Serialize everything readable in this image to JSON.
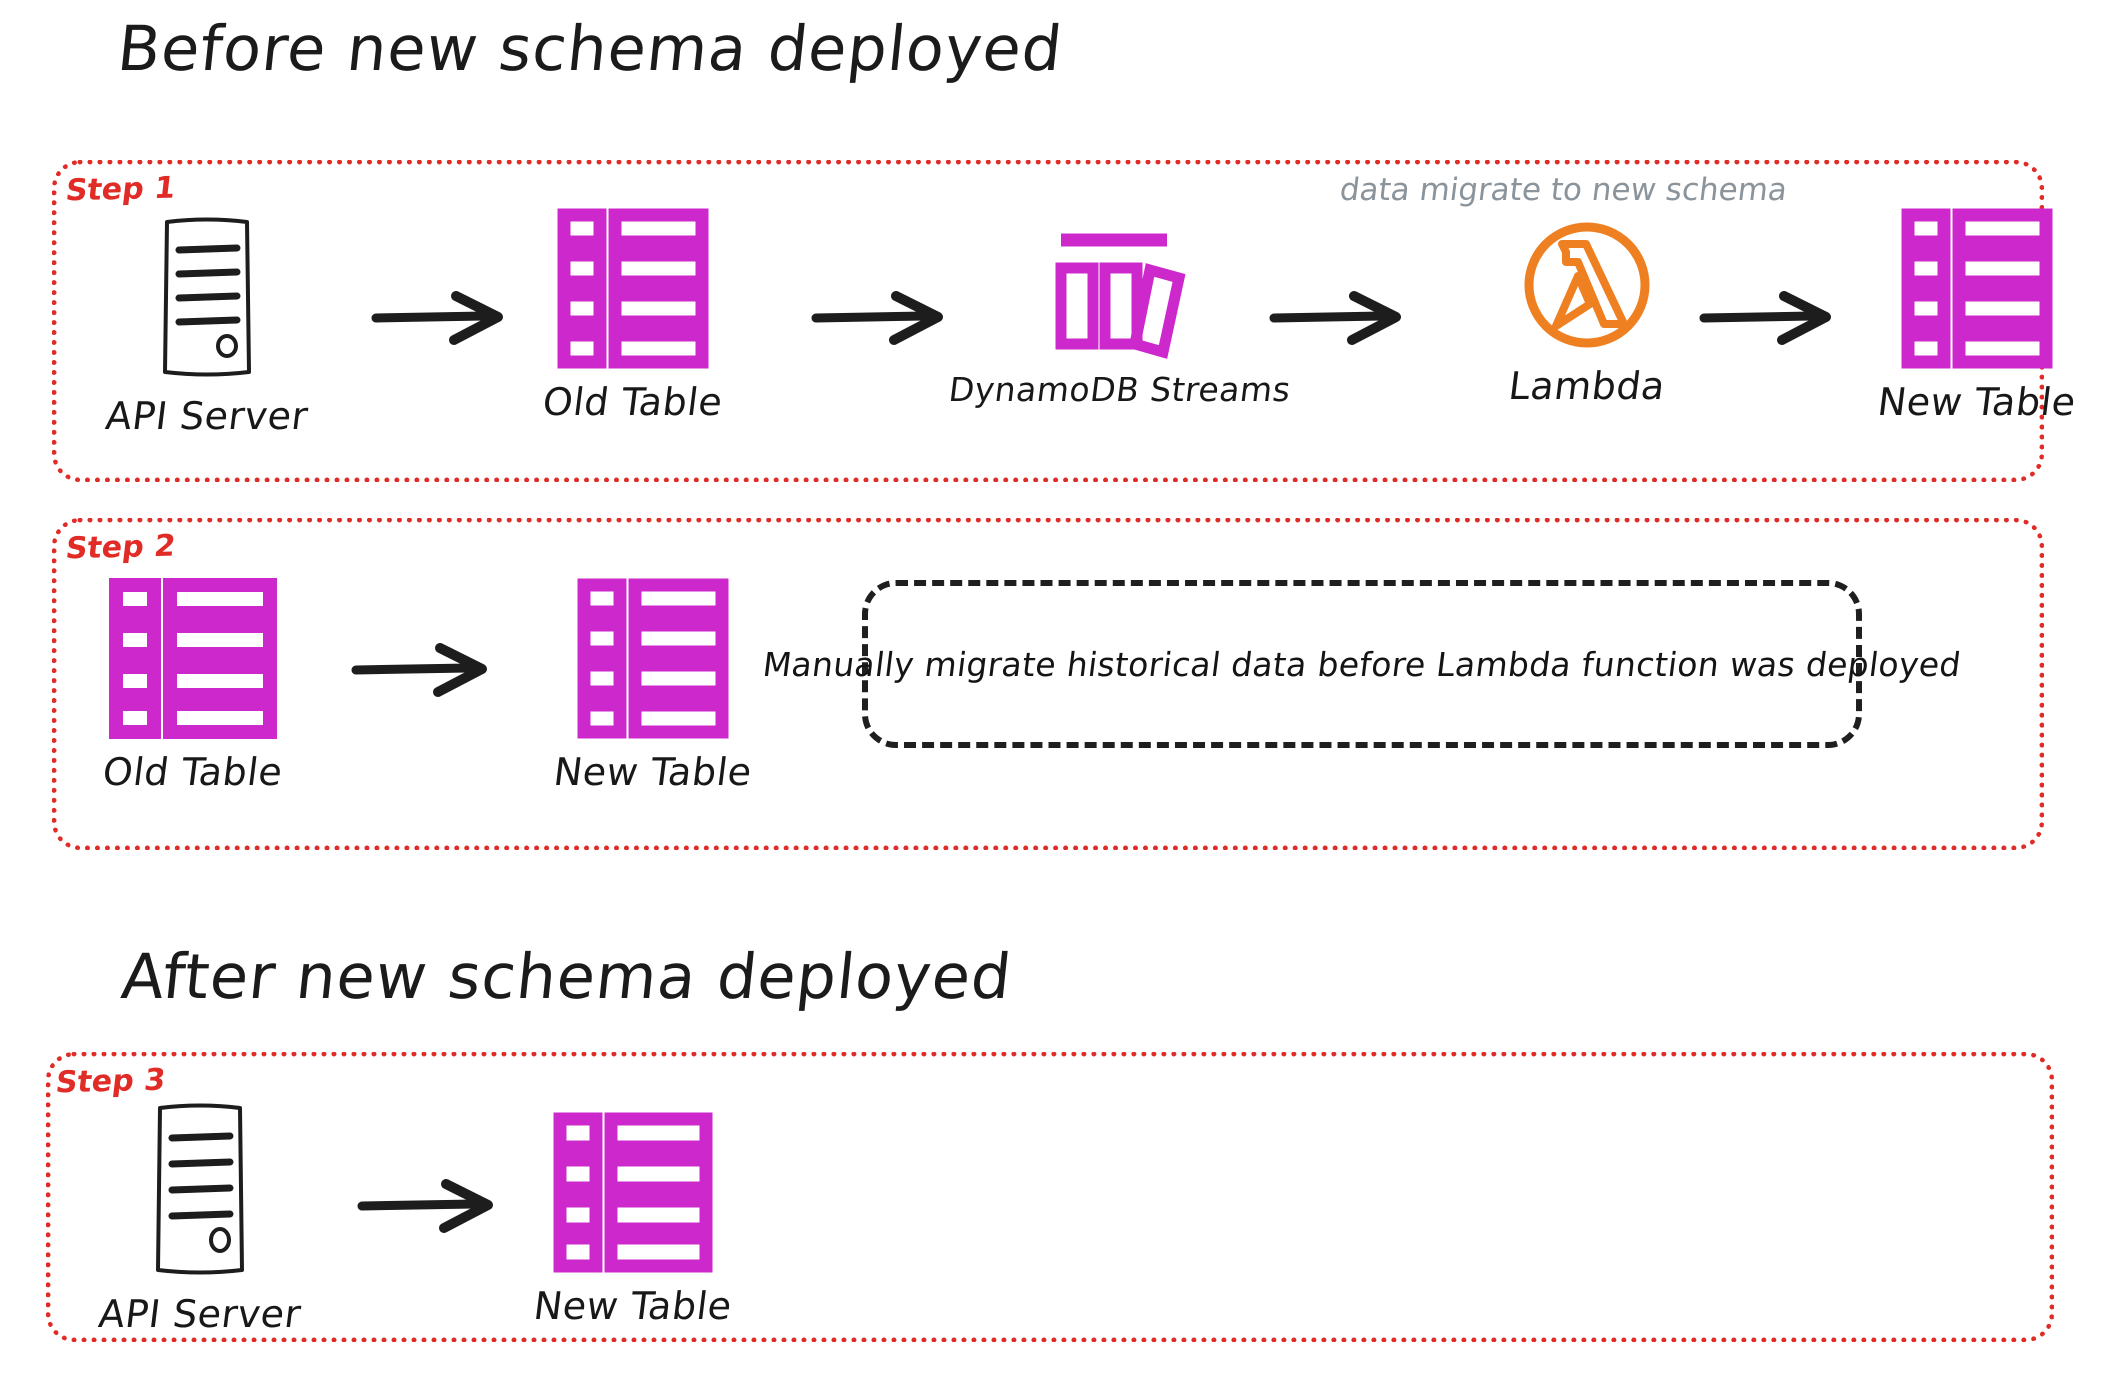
{
  "document": {
    "type": "architecture-diagram",
    "background_color": "#ffffff"
  },
  "colors": {
    "accent_red": "#e02b27",
    "table_magenta": "#cc28cc",
    "lambda_orange": "#ef8022",
    "annotation_gray": "#8b949b",
    "ink_black": "#181818"
  },
  "sections": [
    {
      "id": "before",
      "title": "Before new schema deployed"
    },
    {
      "id": "after",
      "title": "After new schema deployed"
    }
  ],
  "steps": [
    {
      "id": "step1",
      "label": "Step 1",
      "annotation": "data migrate to new schema",
      "nodes": [
        {
          "icon": "server-icon",
          "caption": "API Server"
        },
        {
          "icon": "table-icon",
          "caption": "Old Table"
        },
        {
          "icon": "dynamodb-streams-icon",
          "caption": "DynamoDB Streams"
        },
        {
          "icon": "lambda-icon",
          "caption": "Lambda"
        },
        {
          "icon": "table-icon",
          "caption": "New Table"
        }
      ],
      "arrow_count": 4
    },
    {
      "id": "step2",
      "label": "Step 2",
      "nodes": [
        {
          "icon": "table-icon",
          "caption": "Old Table"
        },
        {
          "icon": "table-icon",
          "caption": "New Table"
        }
      ],
      "arrow_count": 1,
      "callout": "Manually migrate historical data before Lambda function was deployed"
    },
    {
      "id": "step3",
      "label": "Step 3",
      "nodes": [
        {
          "icon": "server-icon",
          "caption": "API Server"
        },
        {
          "icon": "table-icon",
          "caption": "New Table"
        }
      ],
      "arrow_count": 1
    }
  ]
}
